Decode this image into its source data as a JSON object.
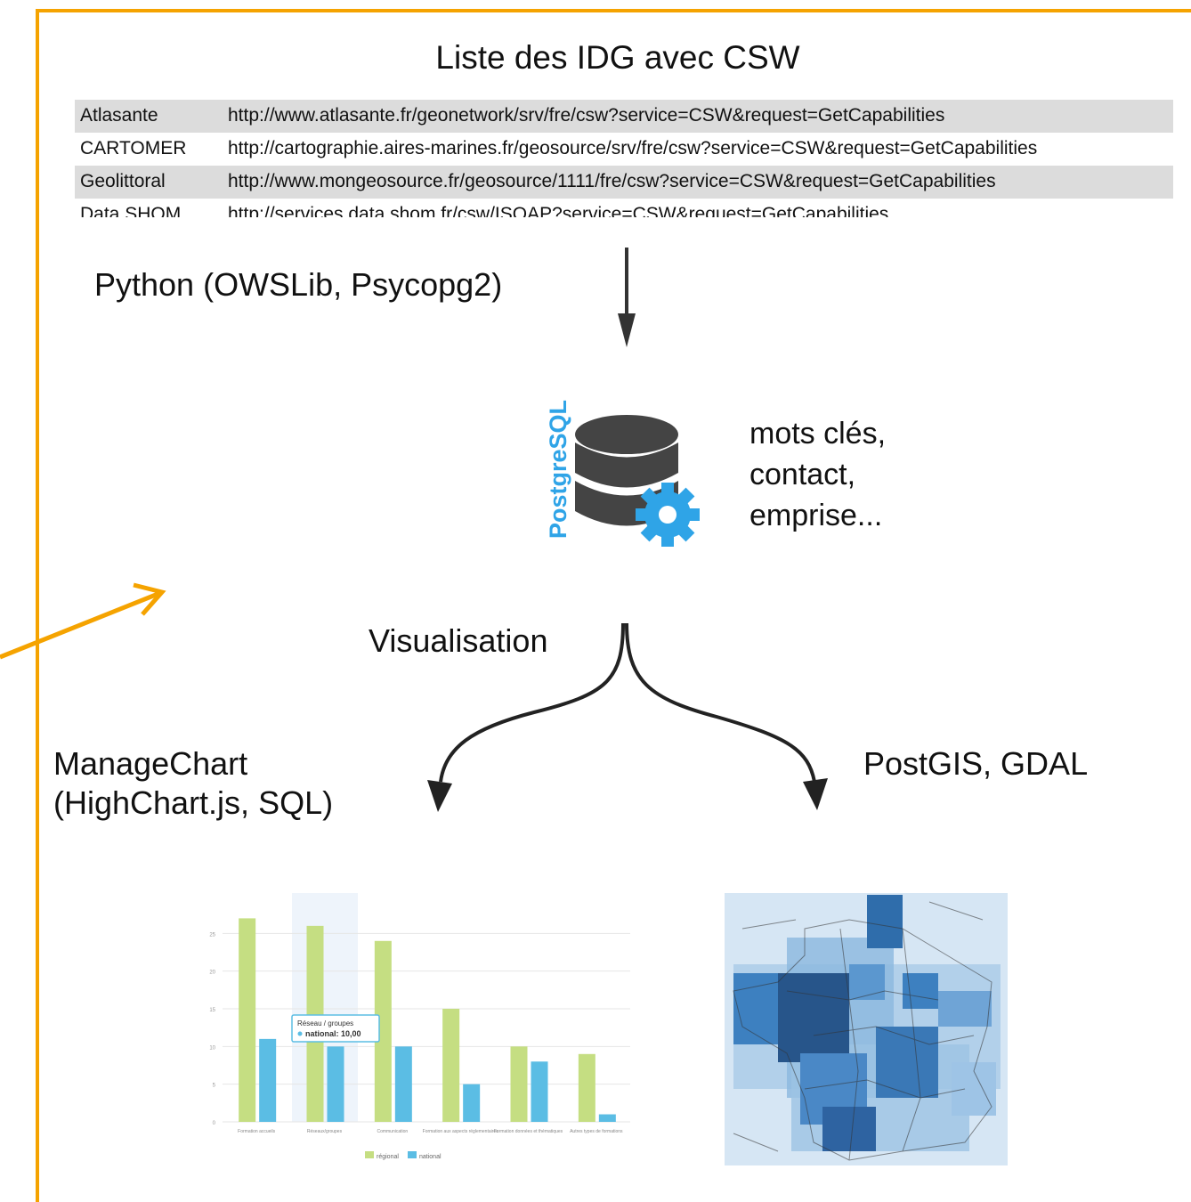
{
  "title": "Liste des IDG avec CSW",
  "idg_table": [
    {
      "name": "Atlasante",
      "url": "http://www.atlasante.fr/geonetwork/srv/fre/csw?service=CSW&request=GetCapabilities"
    },
    {
      "name": "CARTOMER",
      "url": "http://cartographie.aires-marines.fr/geosource/srv/fre/csw?service=CSW&request=GetCapabilities"
    },
    {
      "name": "Geolittoral",
      "url": "http://www.mongeosource.fr/geosource/1111/fre/csw?service=CSW&request=GetCapabilities"
    },
    {
      "name": "Data SHOM",
      "url": "http://services.data.shom.fr/csw/ISOAP?service=CSW&request=GetCapabilities"
    }
  ],
  "step_python": "Python (OWSLib, Psycopg2)",
  "db": {
    "logo_text": "PostgreSQL",
    "fields": [
      "mots clés,",
      "contact,",
      "emprise..."
    ]
  },
  "step_visualisation": "Visualisation",
  "branch_left": [
    "ManageChart",
    "(HighChart.js, SQL)"
  ],
  "branch_right": "PostGIS, GDAL",
  "colors": {
    "frame": "#F5A300",
    "postgres": "#2FA4E7",
    "db_icon": "#444444",
    "bar_regional": "#C5DE82",
    "bar_national": "#5BBDE4"
  },
  "chart_data": {
    "type": "bar",
    "categories": [
      "Formation accueils",
      "Réseaux/groupes",
      "Communication",
      "Formation aux aspects réglementaires",
      "Formation données et thématiques",
      "Autres types de formations"
    ],
    "series": [
      {
        "name": "régional",
        "values": [
          27,
          26,
          24,
          15,
          10,
          9
        ]
      },
      {
        "name": "national",
        "values": [
          11,
          10,
          10,
          5,
          8,
          1
        ]
      }
    ],
    "ylim": [
      0,
      30
    ],
    "yticks": [
      "0",
      "5",
      "10",
      "15",
      "20",
      "25"
    ],
    "tooltip": {
      "title": "Réseau / groupes",
      "text": "national: 10,00"
    },
    "legend": [
      "régional",
      "national"
    ]
  }
}
